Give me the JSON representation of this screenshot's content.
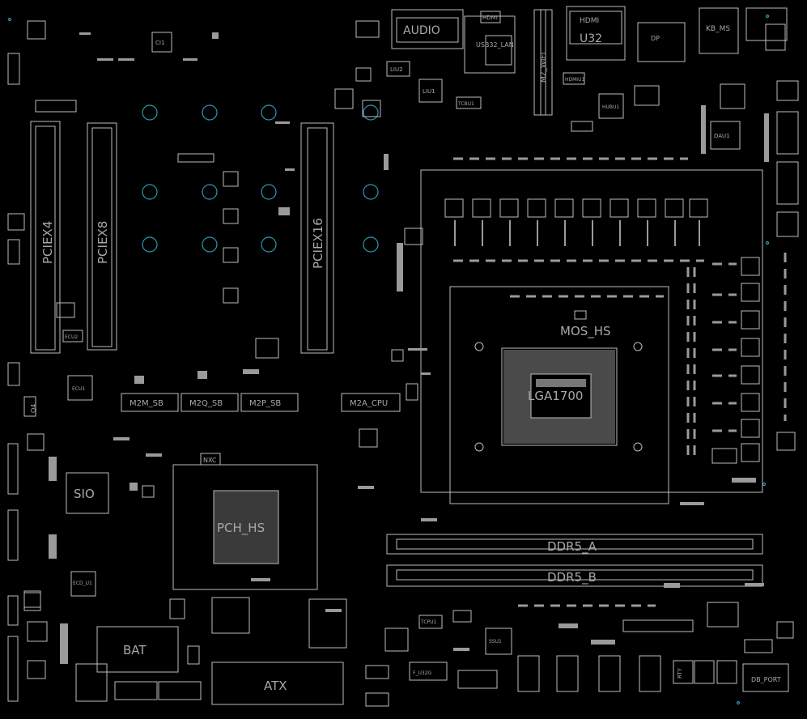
{
  "labels": {
    "audio": "AUDIO",
    "usb32_lan": "USB32_LAN",
    "hdmi_top": "HDMI",
    "hdmi_usb32": "HDMI",
    "u32": "U32",
    "m2_wifi": "M2_WIFI",
    "kb_ms": "KB_MS",
    "dp": "DP",
    "ci": "CI1",
    "liu2": "LIU2",
    "liu1": "LIU1",
    "tcb_u1": "TCBU1",
    "hdmi_u1": "HDMIU1",
    "hub_u1": "HUBU1",
    "pciex4": "PCIEX4",
    "pciex8": "PCIEX8",
    "pciex16": "PCIEX16",
    "dau1": "DAU1",
    "mos_hs": "MOS_HS",
    "lga1700": "LGA1700",
    "ecu1": "ECU1",
    "ecu2": "ECU2",
    "q4": "Q4",
    "m2m_sb": "M2M_SB",
    "m2q_sb": "M2Q_SB",
    "m2p_sb": "M2P_SB",
    "m2a_cpu": "M2A_CPU",
    "sio": "SIO",
    "pch_hs": "PCH_HS",
    "nxc": "NXC",
    "ddr5_a": "DDR5_A",
    "ddr5_b": "DDR5_B",
    "bat": "BAT",
    "atx": "ATX",
    "db_port": "DB_PORT",
    "ecd_u1": "ECD_U1",
    "ssu1": "SSU1",
    "tcpu1": "TCPU1",
    "f_u32g": "F_U32G",
    "rty": "RTY"
  },
  "colors": {
    "background": "#000000",
    "silkscreen": "#bdbdbd",
    "label": "#a8a8a8",
    "mounting_hole": "#2a9ab0"
  }
}
